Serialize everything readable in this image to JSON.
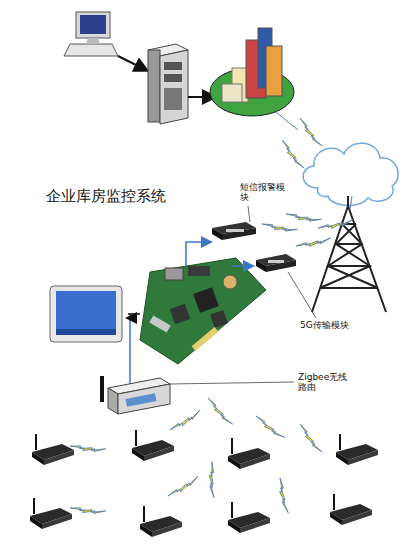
{
  "diagram": {
    "title": "企业库房监控系统",
    "labels": [
      "短信报警模块",
      "5G传输模块",
      "Zigbee无线路由"
    ]
  }
}
